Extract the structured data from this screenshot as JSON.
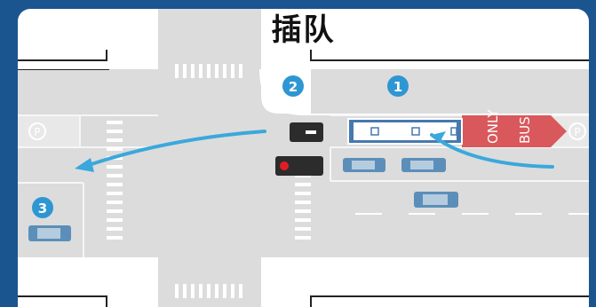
{
  "title": "插队",
  "markers": [
    "1",
    "2",
    "3"
  ],
  "lane_text": [
    "ONLY",
    "BUS"
  ],
  "parking_symbol": "P",
  "colors": {
    "frame": "#1a5590",
    "road": "#dcdcdc",
    "arrow": "#3aa8dc",
    "badge": "#2e96d3",
    "bus_lane": "#d9585c",
    "car": "#5b8fb9",
    "bus": "#4778b0",
    "signal_red": "#e21c24"
  },
  "icons": [
    "traffic-light-red-icon",
    "traffic-light-off-icon",
    "bus-icon",
    "car-icon",
    "parking-icon",
    "arrow-icon"
  ]
}
